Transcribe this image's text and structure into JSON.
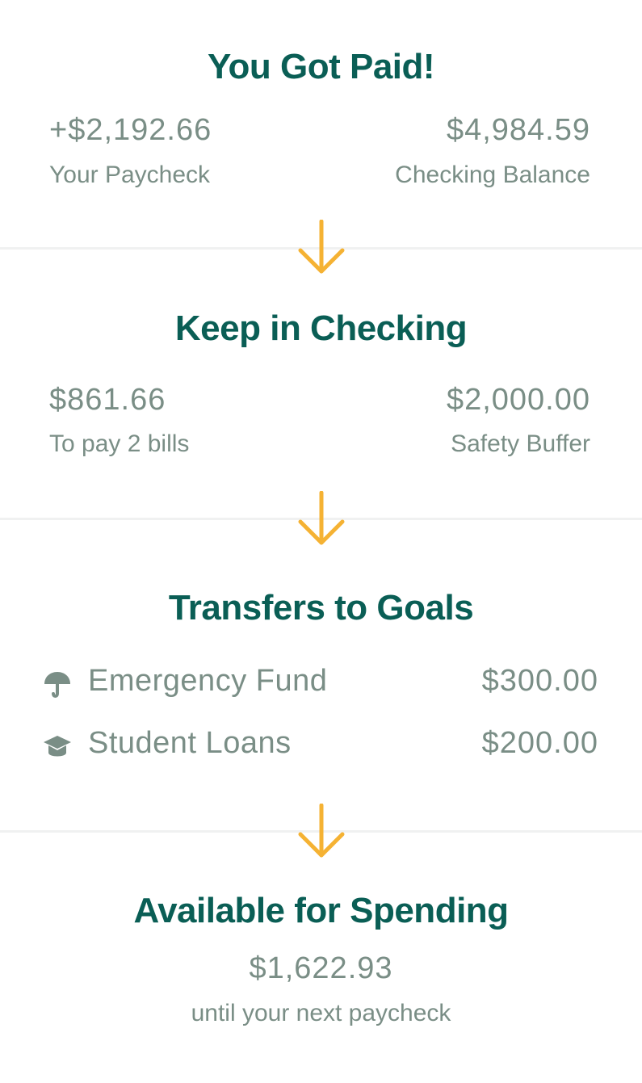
{
  "paid": {
    "title": "You Got Paid!",
    "paycheck_amount": "+$2,192.66",
    "paycheck_label": "Your Paycheck",
    "balance_amount": "$4,984.59",
    "balance_label": "Checking Balance"
  },
  "checking": {
    "title": "Keep in Checking",
    "bills_amount": "$861.66",
    "bills_label": "To pay 2 bills",
    "buffer_amount": "$2,000.00",
    "buffer_label": "Safety Buffer"
  },
  "goals": {
    "title": "Transfers to Goals",
    "items": [
      {
        "name": "Emergency Fund",
        "amount": "$300.00",
        "icon": "umbrella-icon"
      },
      {
        "name": "Student Loans",
        "amount": "$200.00",
        "icon": "graduation-cap-icon"
      }
    ]
  },
  "spending": {
    "title": "Available for Spending",
    "amount": "$1,622.93",
    "subtitle": "until your next paycheck"
  },
  "colors": {
    "heading": "#0a5e55",
    "text": "#7a8e86",
    "arrow": "#f5b233",
    "divider": "#f0f1f1",
    "background": "#ffffff"
  }
}
